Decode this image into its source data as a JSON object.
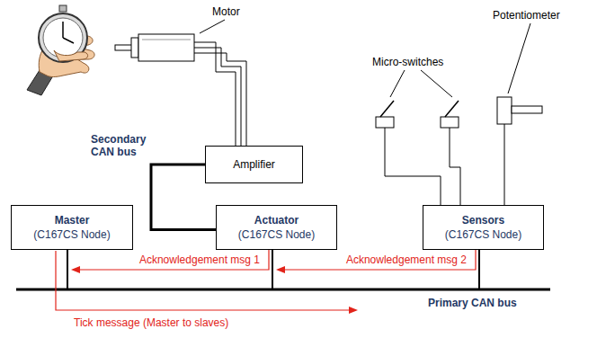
{
  "diagram": {
    "nodes": [
      {
        "text": [
          "Master",
          "(C167CS Node)"
        ]
      },
      {
        "text": [
          "Amplifier"
        ]
      },
      {
        "text": [
          "Actuator",
          "(C167CS Node)"
        ]
      },
      {
        "text": [
          "Sensors",
          "(C167CS Node)"
        ]
      }
    ],
    "edges": [
      {
        "from": 2,
        "to": 1,
        "arrow": "none"
      },
      {
        "from": 2,
        "to": 0,
        "arrow": "to",
        "label": "Acknowledgement msg 1"
      },
      {
        "from": 3,
        "to": 2,
        "arrow": "to",
        "label": "Acknowledgement msg 2"
      }
    ],
    "labels": [
      "Motor",
      "Micro-switches",
      "Potentiometer",
      "Secondary CAN bus",
      "Primary CAN bus",
      "Tick message (Master to slaves)"
    ]
  }
}
